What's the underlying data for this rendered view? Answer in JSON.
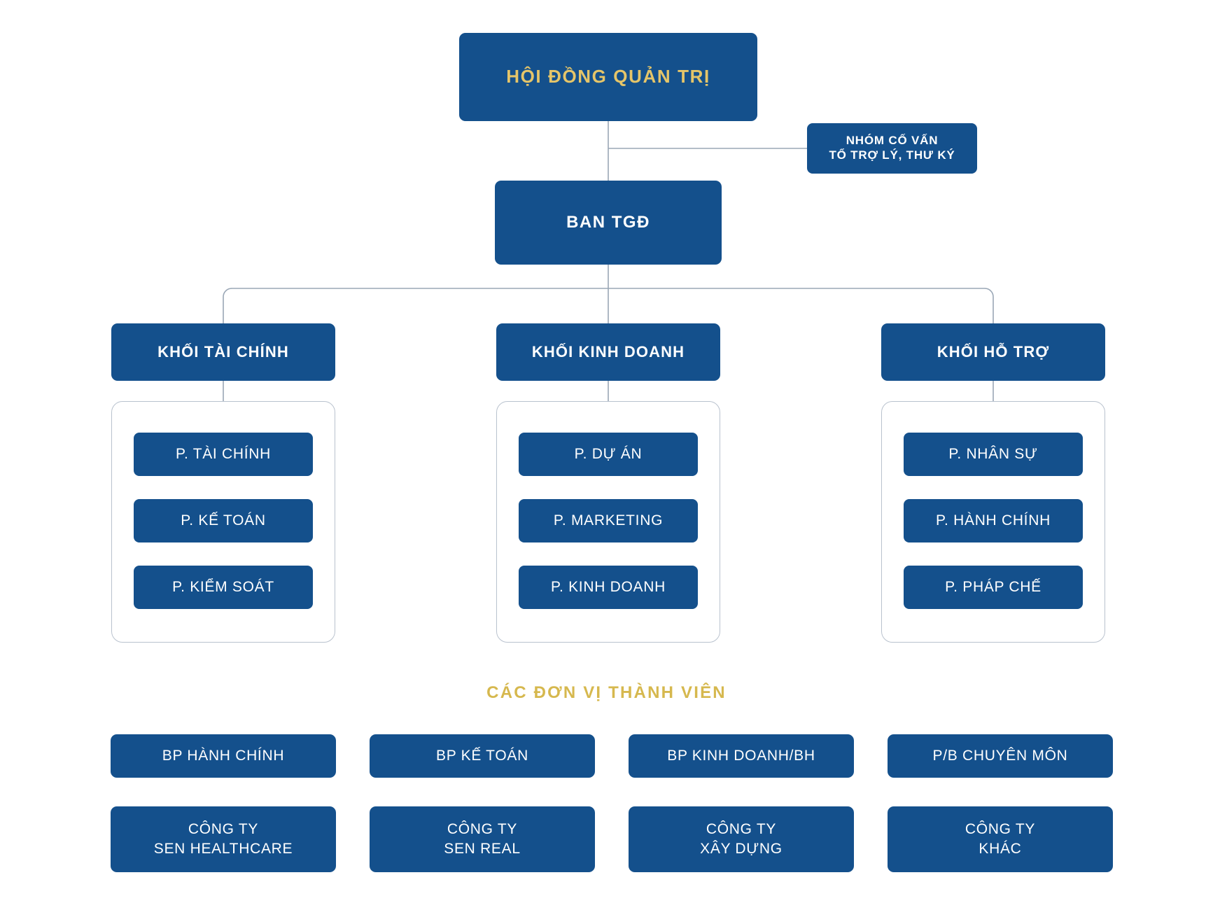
{
  "theme": {
    "box_fill": "#14508C",
    "gold_text": "#E5C569",
    "heading_gold": "#D6B84E",
    "white_text": "#FFFFFF",
    "connector": "#9AA7B6",
    "frame_border": "#B9C2CE",
    "background": "#FFFFFF"
  },
  "top": {
    "board_label": "HỘI ĐỒNG QUẢN TRỊ",
    "advisory_label": "NHÓM CỐ VẤN\nTỔ TRỢ LÝ, THƯ KÝ",
    "ceo_label": "BAN TGĐ"
  },
  "divisions": [
    {
      "head": "KHỐI TÀI CHÍNH",
      "departments": [
        "P. TÀI CHÍNH",
        "P. KẾ TOÁN",
        "P. KIỂM SOÁT"
      ]
    },
    {
      "head": "KHỐI KINH DOANH",
      "departments": [
        "P. DỰ ÁN",
        "P. MARKETING",
        "P. KINH DOANH"
      ]
    },
    {
      "head": "KHỐI HỖ TRỢ",
      "departments": [
        "P. NHÂN SỰ",
        "P. HÀNH CHÍNH",
        "P. PHÁP CHẾ"
      ]
    }
  ],
  "members": {
    "heading": "CÁC ĐƠN VỊ THÀNH VIÊN",
    "units": [
      "BP HÀNH CHÍNH",
      "BP KẾ TOÁN",
      "BP KINH DOANH/BH",
      "P/B CHUYÊN MÔN"
    ],
    "companies": [
      "CÔNG TY\nSEN HEALTHCARE",
      "CÔNG TY\nSEN REAL",
      "CÔNG TY\nXÂY DỰNG",
      "CÔNG TY\nKHÁC"
    ]
  }
}
